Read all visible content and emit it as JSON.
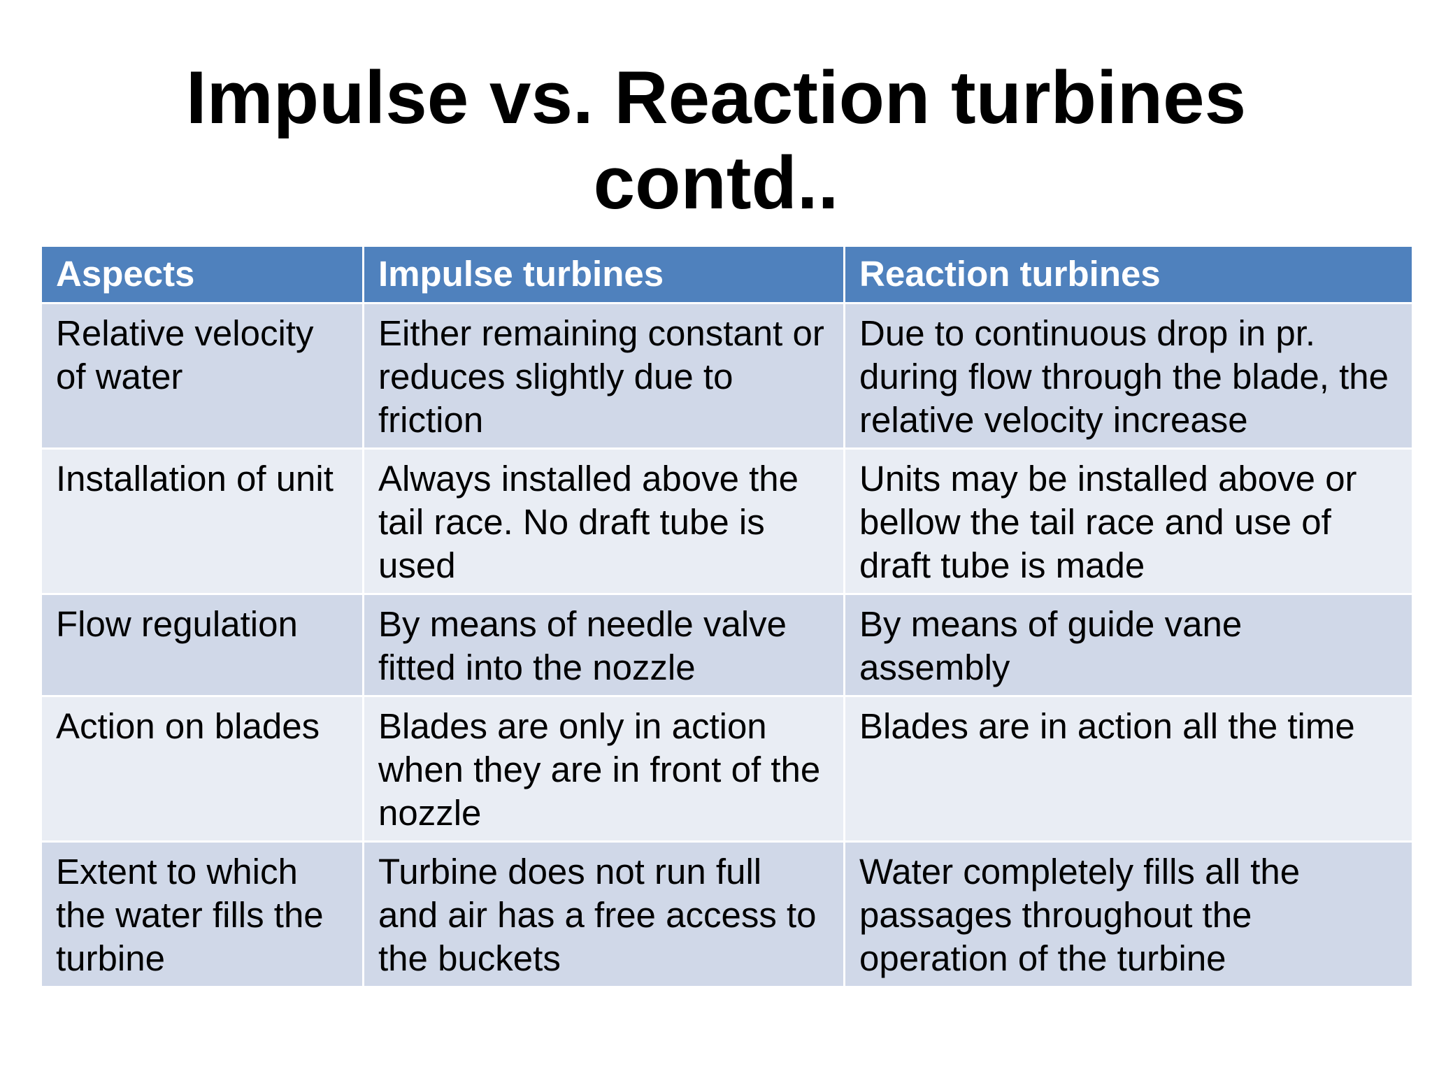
{
  "slide": {
    "title_line1": "Impulse vs. Reaction turbines",
    "title_line2": "contd.."
  },
  "table": {
    "headers": [
      "Aspects",
      "Impulse turbines",
      "Reaction turbines"
    ],
    "rows": [
      [
        "Relative velocity of water",
        "Either remaining constant or reduces  slightly due to friction",
        "Due to continuous drop in pr. during flow through the blade, the relative velocity increase"
      ],
      [
        "Installation of unit",
        "Always installed above the tail race. No draft tube is used",
        "Units may be installed above or bellow the tail race and use of draft tube is made"
      ],
      [
        "Flow regulation",
        "By means of needle valve fitted into the nozzle",
        "By means of guide vane assembly"
      ],
      [
        "Action on blades",
        "Blades are only in action when they are in front of the nozzle",
        "Blades are in action all the time"
      ],
      [
        "Extent to which the water fills the turbine",
        "Turbine does not run full and air has a free access to the buckets",
        "Water completely fills all the passages throughout the operation of the turbine"
      ]
    ]
  },
  "colors": {
    "header_bg": "#4f81bd",
    "row_odd_bg": "#d0d8e8",
    "row_even_bg": "#e9edf4"
  }
}
